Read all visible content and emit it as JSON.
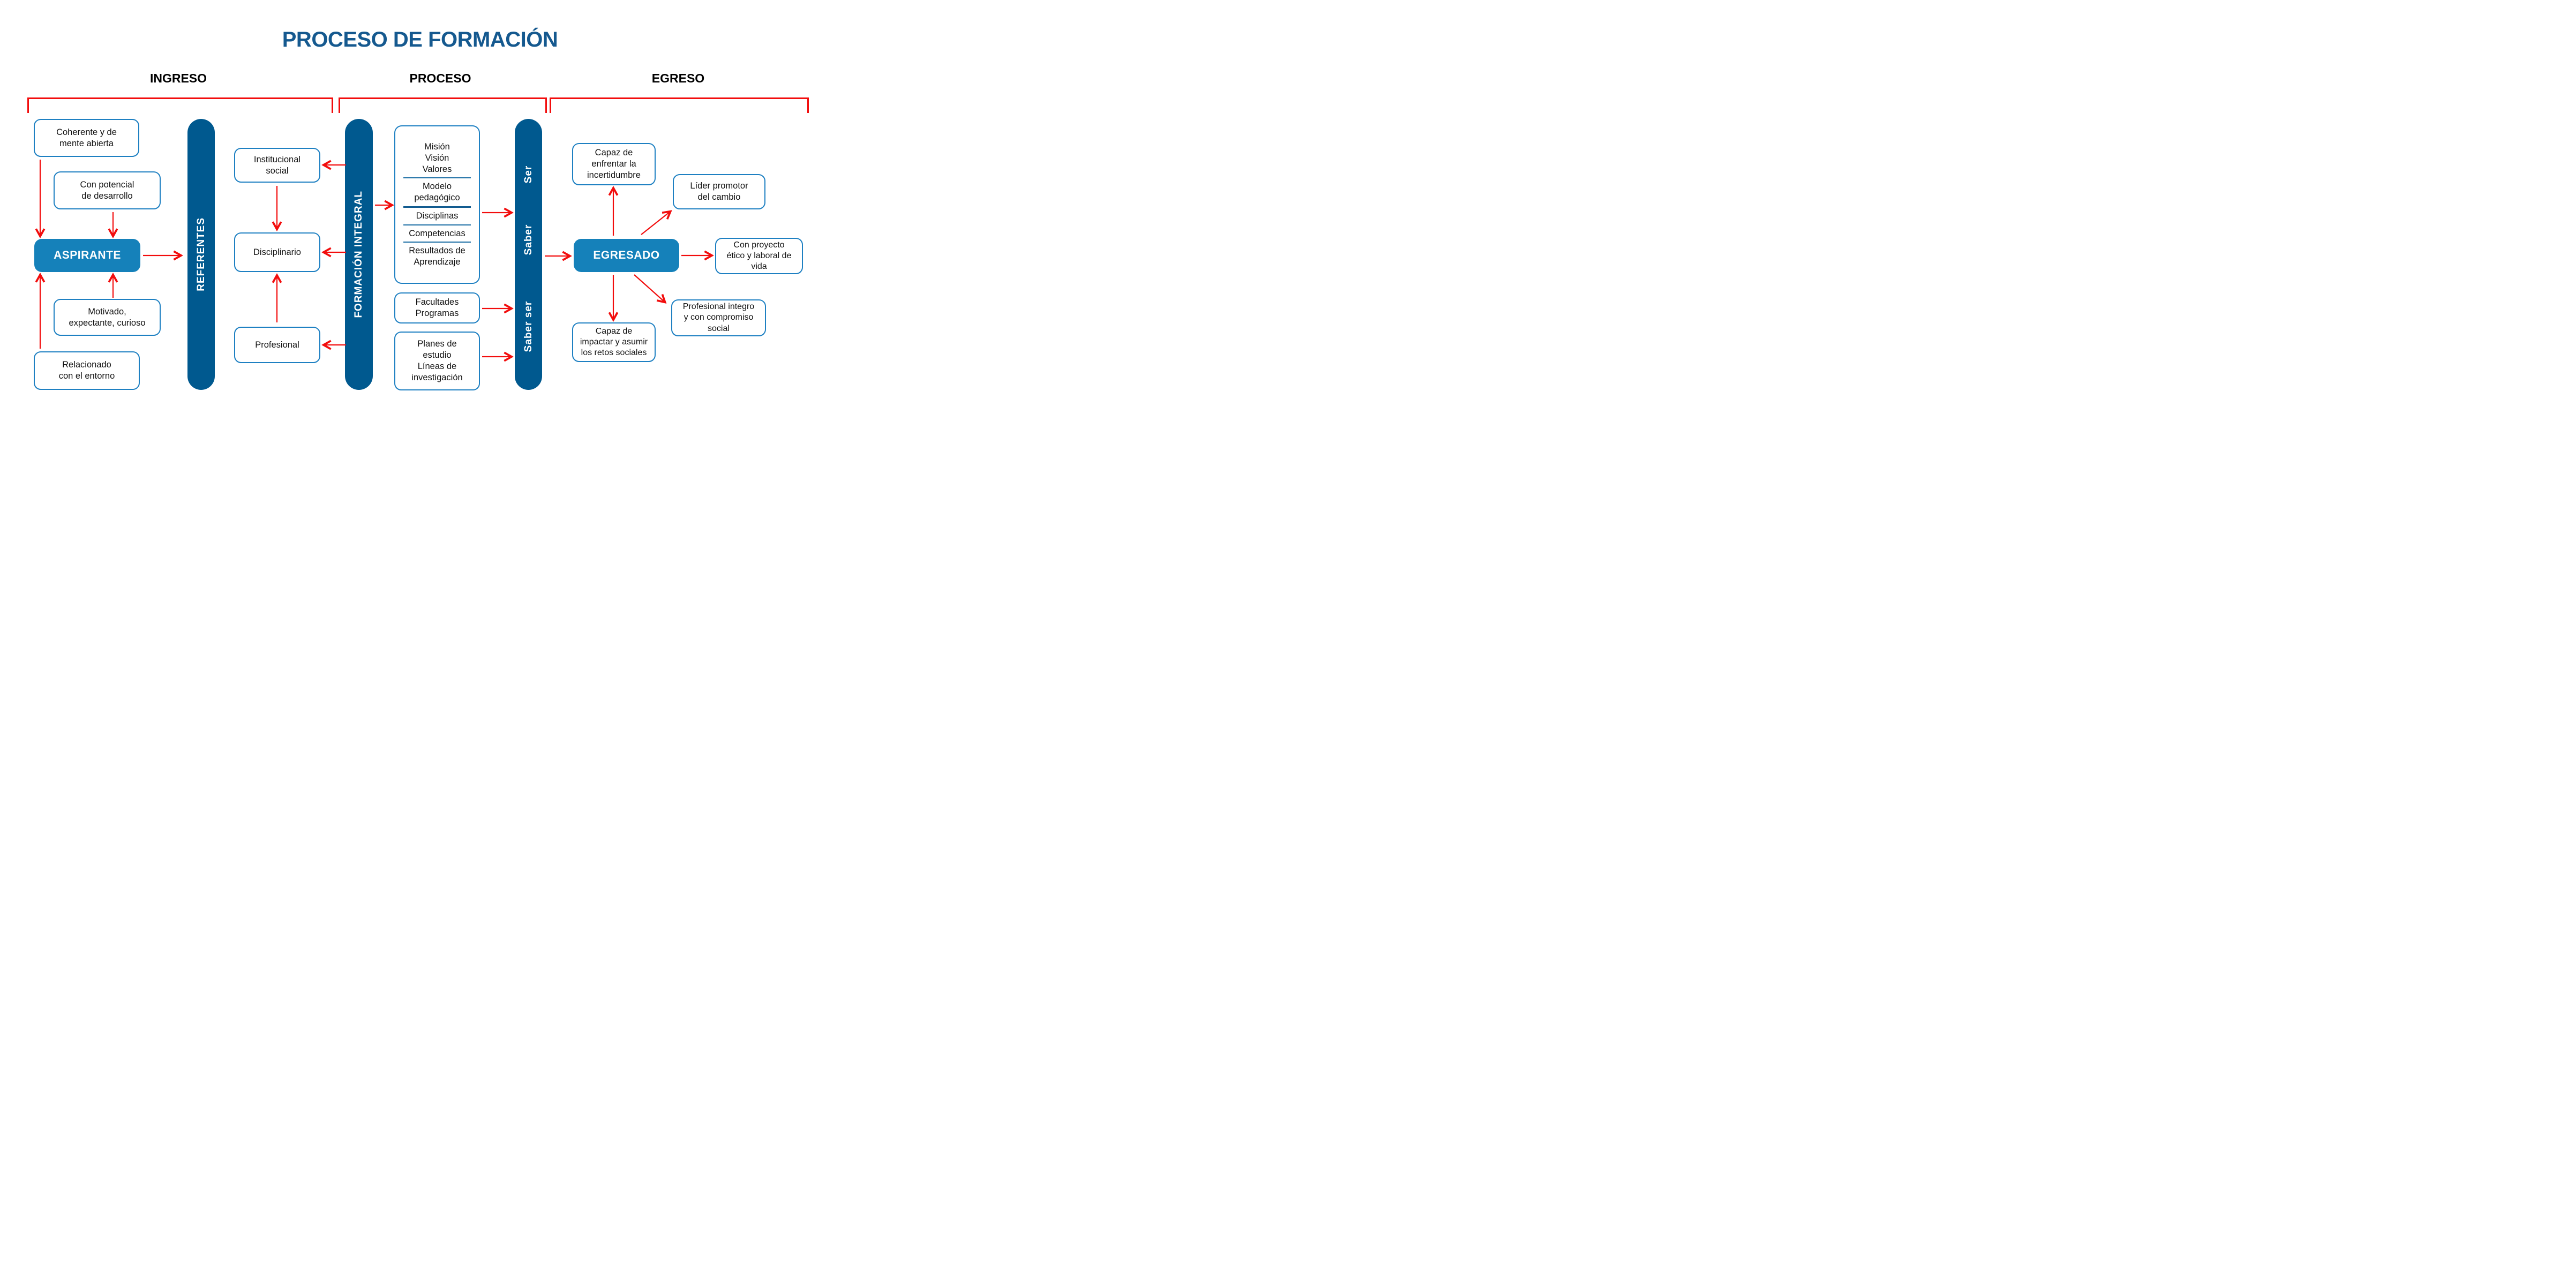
{
  "title": "PROCESO DE FORMACIÓN",
  "sections": {
    "ingreso": "INGRESO",
    "proceso": "PROCESO",
    "egreso": "EGRESO"
  },
  "ingreso": {
    "trait_coherente": "Coherente y de\nmente abierta",
    "trait_potencial": "Con potencial\nde desarrollo",
    "actor": "ASPIRANTE",
    "trait_motivado": "Motivado,\nexpectante, curioso",
    "trait_relacionado": "Relacionado\ncon el entorno",
    "bar": "REFERENTES"
  },
  "proceso": {
    "referente_institucional": "Institucional\nsocial",
    "referente_disciplinario": "Disciplinario",
    "referente_profesional": "Profesional",
    "bar": "FORMACIÓN INTEGRAL",
    "curriculum": {
      "mision": "Misión\nVisión\nValores",
      "modelo": "Modelo\npedagógico",
      "disciplinas": "Disciplinas",
      "competencias": "Competencias",
      "resultados": "Resultados de\nAprendizaje"
    },
    "facultades": "Facultades\nProgramas",
    "planes": "Planes de\nestudio\nLíneas de\ninvestigación",
    "dimensiones": {
      "ser": "Ser",
      "saber": "Saber",
      "saber_ser": "Saber ser"
    }
  },
  "egreso": {
    "actor": "EGRESADO",
    "outcome_incertidumbre": "Capaz de\nenfrentar la\nincertidumbre",
    "outcome_lider": "Líder promotor\ndel cambio",
    "outcome_proyecto": "Con proyecto\nético y laboral de\nvida",
    "outcome_impactar": "Capaz de\nimpactar y asumir\nlos retos sociales",
    "outcome_profesional": "Profesional integro\ny con compromiso\nsocial"
  },
  "colors": {
    "title_blue": "#15598f",
    "pill_blue": "#1581ba",
    "bar_blue": "#00598f",
    "border_blue": "#1e80c2",
    "divider_blue": "#1d6fa5",
    "divider_dark": "#135c90",
    "arrow_red": "#f20d0d",
    "text_black": "#111111"
  }
}
